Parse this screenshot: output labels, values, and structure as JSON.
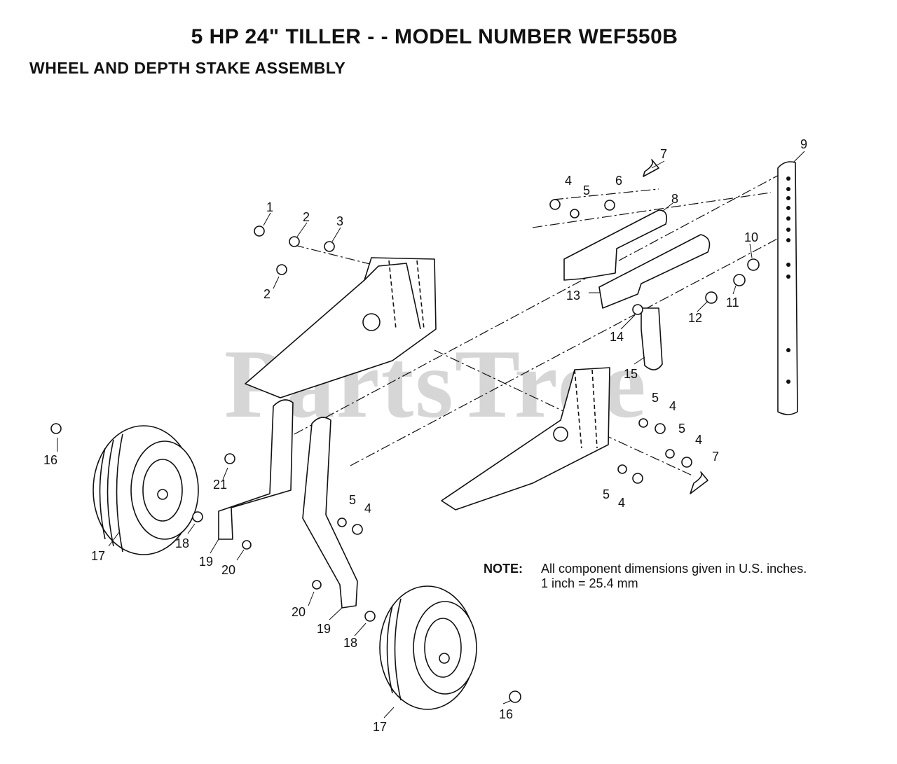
{
  "header": {
    "title": "5 HP 24\" TILLER - - MODEL NUMBER WEF550B",
    "subtitle": "WHEEL AND DEPTH STAKE ASSEMBLY"
  },
  "watermark": "PartsTree",
  "note": {
    "label": "NOTE:",
    "line1": "All component dimensions given in U.S. inches.",
    "line2": "1 inch = 25.4 mm"
  },
  "callouts": {
    "c1": "1",
    "c2a": "2",
    "c2b": "2",
    "c3": "3",
    "c4a": "4",
    "c4b": "4",
    "c4c": "4",
    "c4d": "4",
    "c4e": "4",
    "c5a": "5",
    "c5b": "5",
    "c5c": "5",
    "c5d": "5",
    "c5e": "5",
    "c6": "6",
    "c7a": "7",
    "c7b": "7",
    "c8": "8",
    "c9": "9",
    "c10": "10",
    "c11": "11",
    "c12": "12",
    "c13": "13",
    "c14": "14",
    "c15": "15",
    "c16a": "16",
    "c16b": "16",
    "c17a": "17",
    "c17b": "17",
    "c18a": "18",
    "c18b": "18",
    "c19a": "19",
    "c19b": "19",
    "c20a": "20",
    "c20b": "20",
    "c21": "21"
  }
}
